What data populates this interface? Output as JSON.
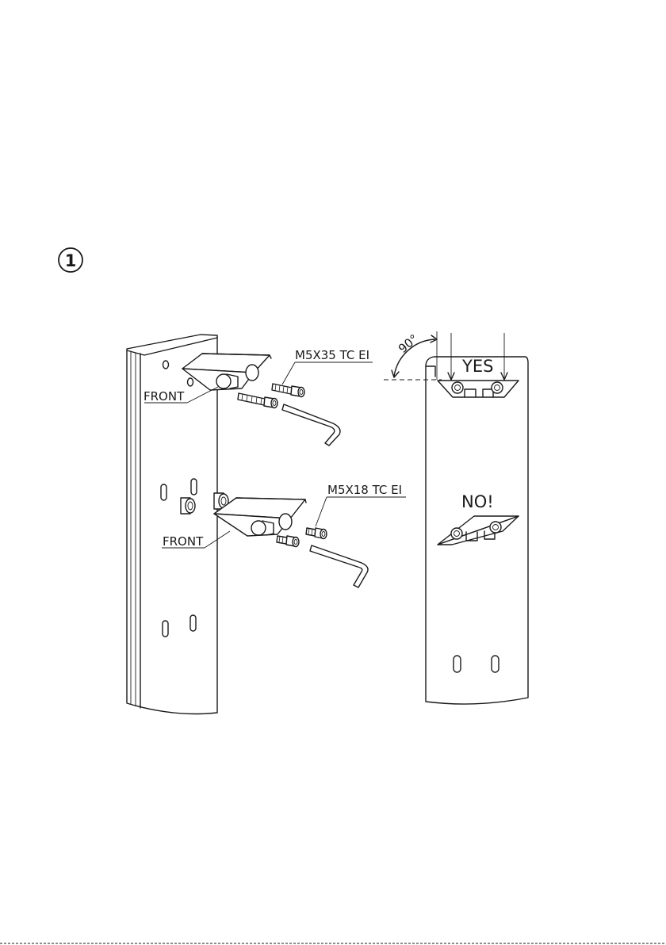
{
  "step": {
    "number": "1"
  },
  "left_view": {
    "upper": {
      "front_label": "FRONT",
      "screw_label": "M5X35 TC EI"
    },
    "lower": {
      "front_label": "FRONT",
      "screw_label": "M5X18 TC EI"
    }
  },
  "right_view": {
    "angle_label": "90°",
    "correct_label": "YES",
    "wrong_label": "NO!"
  }
}
